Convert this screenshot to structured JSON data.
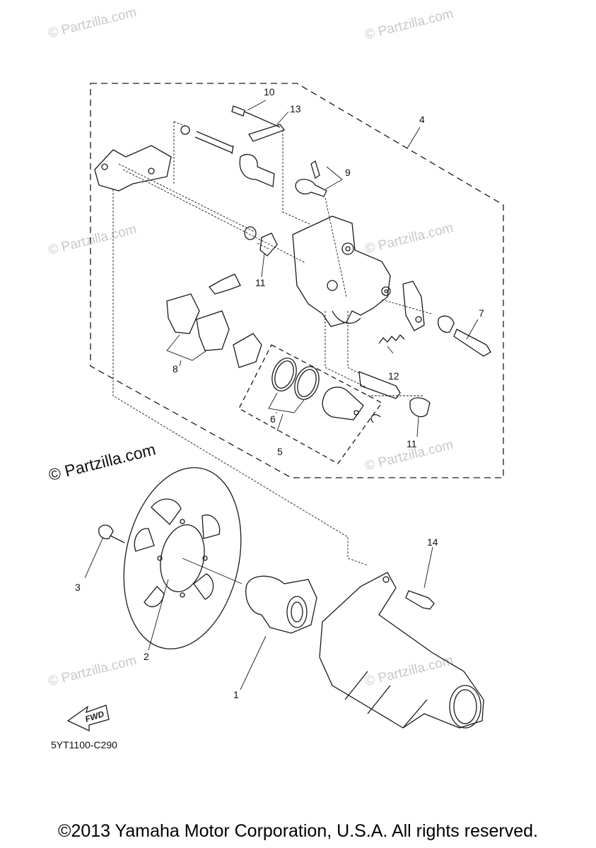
{
  "watermark_text": "© Partzilla.com",
  "callouts": {
    "n1": "1",
    "n2": "2",
    "n3": "3",
    "n4": "4",
    "n5": "5",
    "n6": "6",
    "n7": "7",
    "n8": "8",
    "n9": "9",
    "n10": "10",
    "n11a": "11",
    "n11b": "11",
    "n12": "12",
    "n13": "13",
    "n14": "14"
  },
  "direction_label": "FWD",
  "diagram_code": "5YT1100-C290",
  "copyright": "©2013 Yamaha Motor Corporation, U.S.A. All rights reserved."
}
